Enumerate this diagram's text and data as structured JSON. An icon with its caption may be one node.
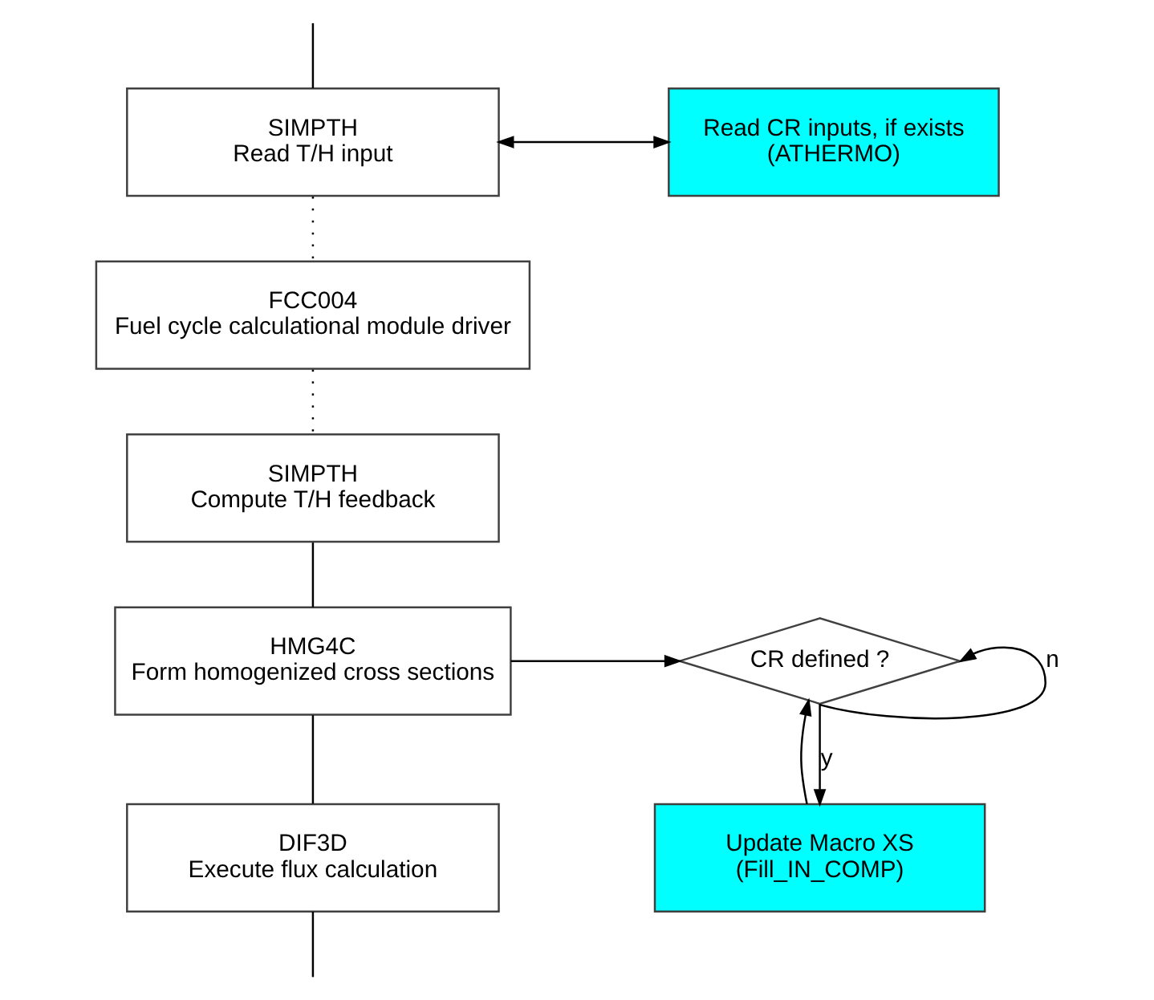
{
  "diagram": {
    "nodes": [
      {
        "text": [
          "SIMPTH",
          "Read T/H input"
        ]
      },
      {
        "text": [
          "Read CR inputs, if exists",
          "(ATHERMO)"
        ]
      },
      {
        "text": [
          "FCC004",
          "Fuel cycle calculational module driver"
        ]
      },
      {
        "text": [
          "SIMPTH",
          "Compute T/H feedback"
        ]
      },
      {
        "text": [
          "HMG4C",
          "Form homogenized cross sections"
        ]
      },
      {
        "text": [
          "CR defined ?"
        ]
      },
      {
        "text": [
          "Update Macro XS",
          "(Fill_IN_COMP)"
        ]
      },
      {
        "text": [
          "DIF3D",
          "Execute flux calculation"
        ]
      }
    ],
    "edges": [
      {
        "from": null,
        "to": 0,
        "arrow": "none"
      },
      {
        "from": 0,
        "to": 1,
        "arrow": "both"
      },
      {
        "from": 0,
        "to": 2,
        "arrow": "none",
        "style": "dashed"
      },
      {
        "from": 2,
        "to": 3,
        "arrow": "none",
        "style": "dashed"
      },
      {
        "from": 3,
        "to": 4,
        "arrow": "none"
      },
      {
        "from": 4,
        "to": 5,
        "arrow": "to"
      },
      {
        "from": 5,
        "to": 6,
        "arrow": "to",
        "label": "y"
      },
      {
        "from": 5,
        "to": 5,
        "arrow": "to",
        "label": "n"
      },
      {
        "from": 6,
        "to": 5,
        "arrow": "to"
      },
      {
        "from": 4,
        "to": 7,
        "arrow": "none"
      },
      {
        "from": 7,
        "to": null,
        "arrow": "none"
      }
    ]
  }
}
